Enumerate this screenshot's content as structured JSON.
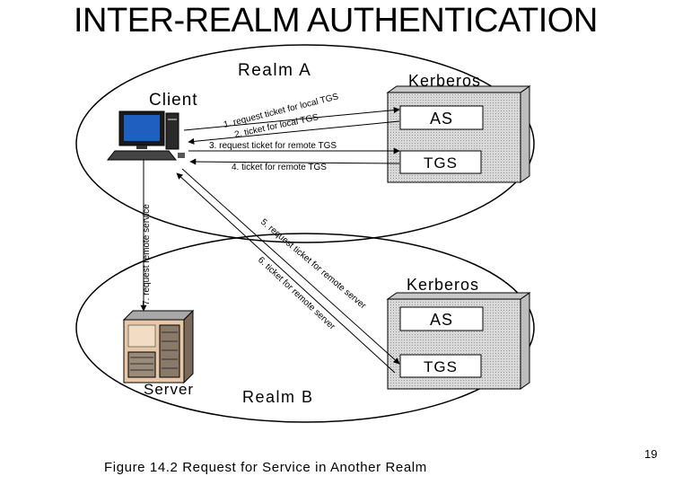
{
  "title": "INTER-REALM AUTHENTICATION",
  "realm_a": {
    "label": "Realm A",
    "client_label": "Client",
    "kerberos_label": "Kerberos",
    "as_label": "AS",
    "tgs_label": "TGS"
  },
  "realm_b": {
    "label": "Realm B",
    "server_label": "Server",
    "kerberos_label": "Kerberos",
    "as_label": "AS",
    "tgs_label": "TGS"
  },
  "messages": {
    "m1": "1. request ticket for local TGS",
    "m2": "2. ticket for local TGS",
    "m3": "3. request ticket for remote TGS",
    "m4": "4. ticket for remote TGS",
    "m5": "5. request ticket for remote server",
    "m6": "6. ticket for remote server",
    "m7": "7. request remote service"
  },
  "page_number": "19",
  "caption": "Figure 14.2   Request for Service in Another Realm"
}
